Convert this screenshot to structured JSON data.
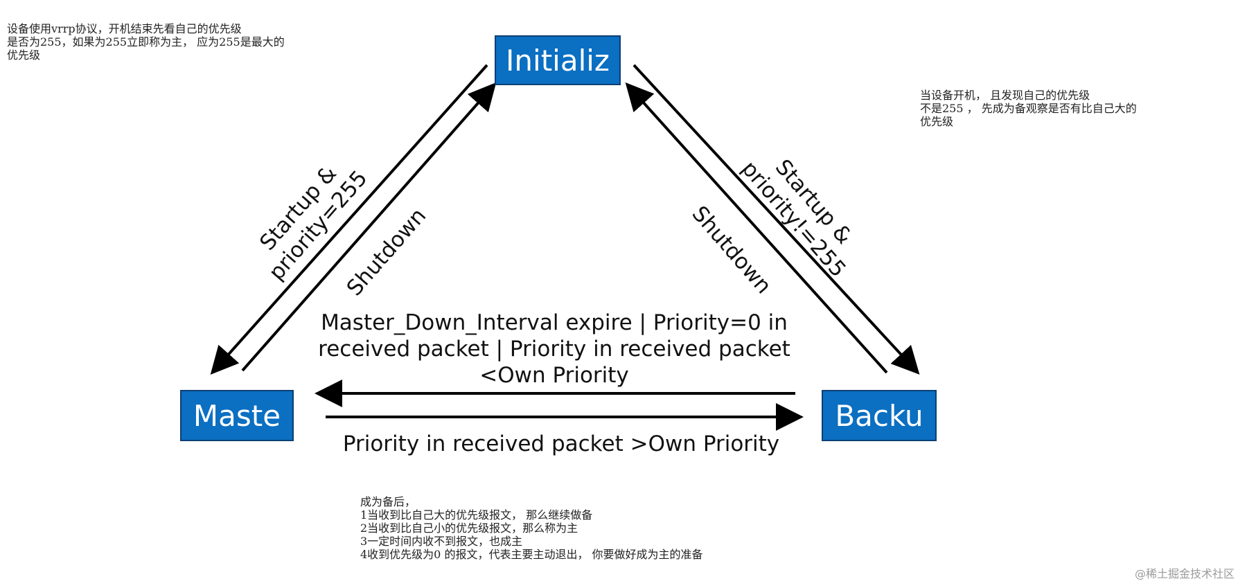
{
  "notes": {
    "top_left": "设备使用vrrp协议，开机结束先看自己的优先级\n是否为255，如果为255立即称为主， 应为255是最大的\n优先级",
    "top_right": "当设备开机， 且发现自己的优先级\n不是255 ， 先成为备观察是否有比自己大的\n优先级",
    "bottom": "成为备后，\n1当收到比自己大的优先级报文， 那么继续做备\n2当收到比自己小的优先级报文，那么称为主\n3一定时间内收不到报文，也成主\n4收到优先级为0 的报文，代表主要主动退出， 你要做好成为主的准备"
  },
  "states": {
    "initialize": "Initializ",
    "master": "Maste",
    "backup": "Backu"
  },
  "edges": {
    "init_to_master": "Startup &\npriority=255",
    "master_to_init": "Shutdown",
    "init_to_backup": "Startup &\npriority!=255",
    "backup_to_init": "Shutdown",
    "backup_to_master": "Master_Down_Interval expire | Priority=0 in\nreceived packet | Priority in received packet\n<Own Priority",
    "master_to_backup": "Priority in received packet >Own Priority"
  },
  "watermark": "@稀土掘金技术社区",
  "colors": {
    "state_fill": "#0b6fc2",
    "state_border": "#0d3f73"
  }
}
